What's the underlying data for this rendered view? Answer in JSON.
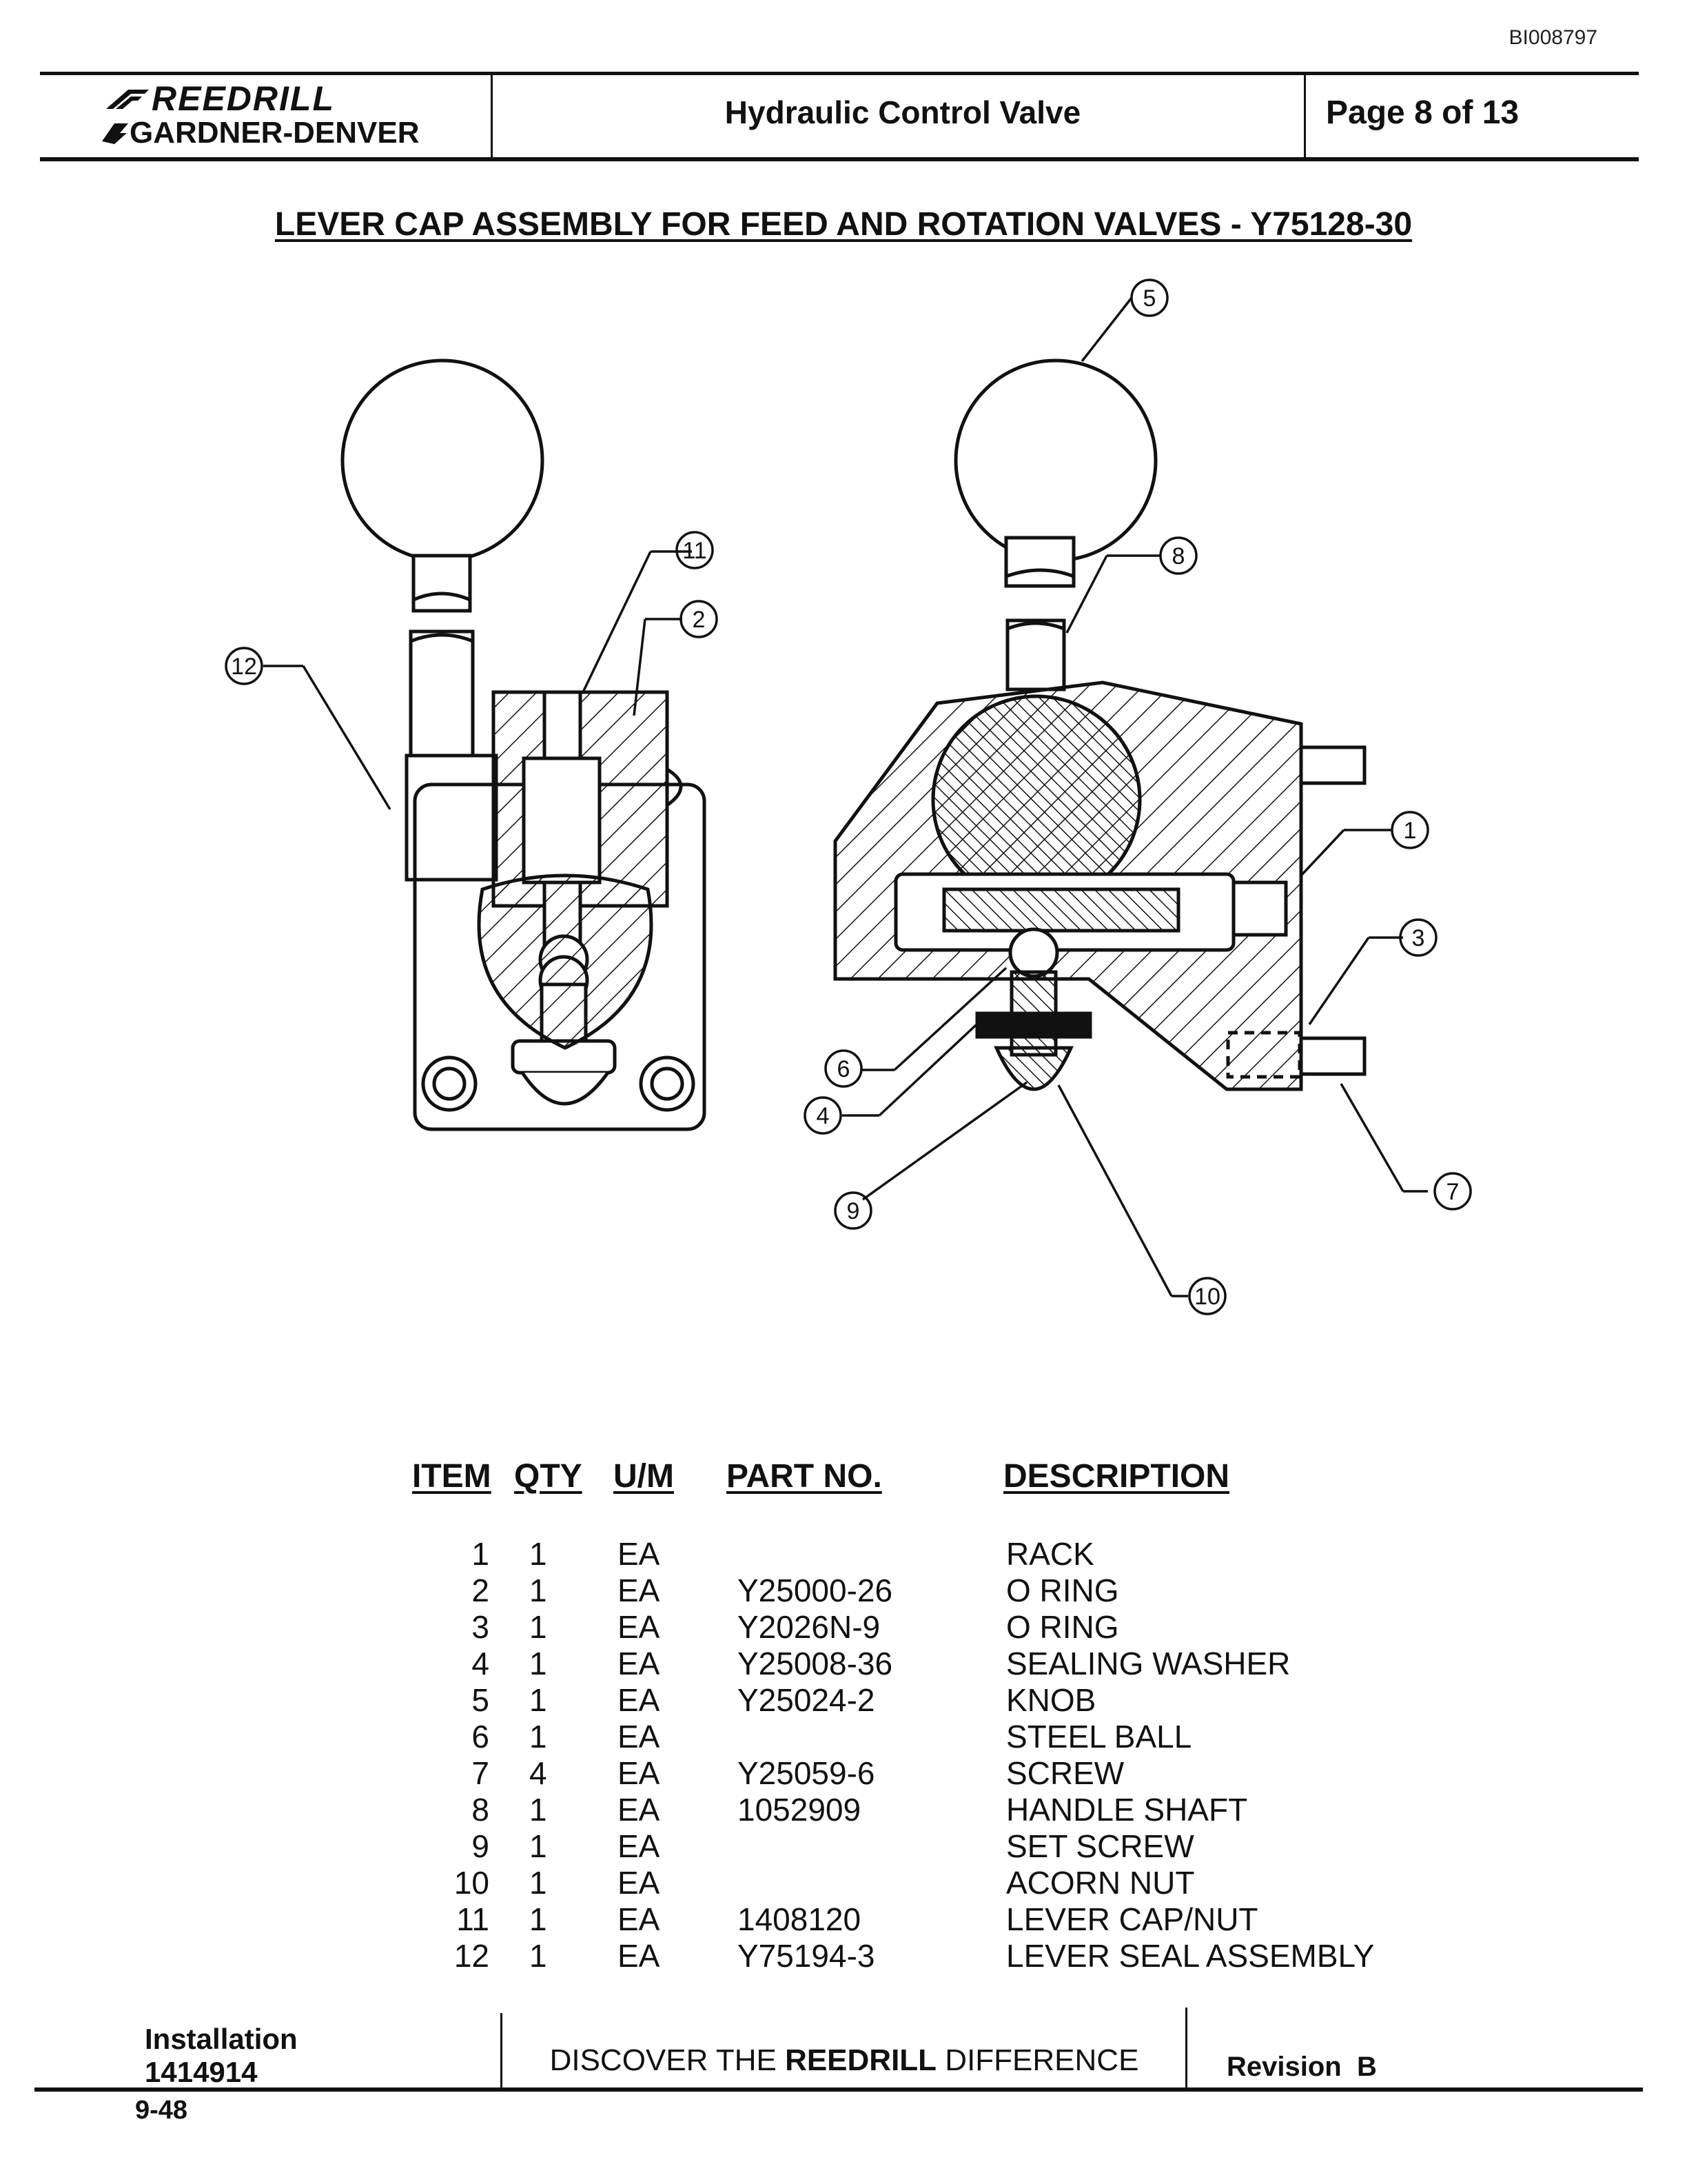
{
  "header": {
    "doc_id": "BI008797",
    "brand_top": "REEDRILL",
    "brand_bottom": "GARDNER-DENVER",
    "title": "Hydraulic Control Valve",
    "page": "Page 8 of 13"
  },
  "main_title": "LEVER CAP ASSEMBLY FOR FEED AND ROTATION VALVES - Y75128-30",
  "callouts": [
    "1",
    "2",
    "3",
    "4",
    "5",
    "6",
    "7",
    "8",
    "9",
    "10",
    "11",
    "12"
  ],
  "table": {
    "headers": {
      "item": "ITEM",
      "qty": "QTY",
      "um": "U/M",
      "part": "PART NO.",
      "desc": "DESCRIPTION"
    },
    "rows": [
      {
        "item": "1",
        "qty": "1",
        "um": "EA",
        "part": "",
        "desc": "RACK"
      },
      {
        "item": "2",
        "qty": "1",
        "um": "EA",
        "part": "Y25000-26",
        "desc": "O RING"
      },
      {
        "item": "3",
        "qty": "1",
        "um": "EA",
        "part": "Y2026N-9",
        "desc": "O RING"
      },
      {
        "item": "4",
        "qty": "1",
        "um": "EA",
        "part": "Y25008-36",
        "desc": "SEALING WASHER"
      },
      {
        "item": "5",
        "qty": "1",
        "um": "EA",
        "part": "Y25024-2",
        "desc": "KNOB"
      },
      {
        "item": "6",
        "qty": "1",
        "um": "EA",
        "part": "",
        "desc": "STEEL BALL"
      },
      {
        "item": "7",
        "qty": "4",
        "um": "EA",
        "part": "Y25059-6",
        "desc": "SCREW"
      },
      {
        "item": "8",
        "qty": "1",
        "um": "EA",
        "part": "1052909",
        "desc": "HANDLE SHAFT"
      },
      {
        "item": "9",
        "qty": "1",
        "um": "EA",
        "part": "",
        "desc": "SET SCREW"
      },
      {
        "item": "10",
        "qty": "1",
        "um": "EA",
        "part": "",
        "desc": "ACORN NUT"
      },
      {
        "item": "11",
        "qty": "1",
        "um": "EA",
        "part": "1408120",
        "desc": "LEVER CAP/NUT"
      },
      {
        "item": "12",
        "qty": "1",
        "um": "EA",
        "part": "Y75194-3",
        "desc": "LEVER SEAL ASSEMBLY"
      }
    ]
  },
  "footer": {
    "section": "Installation",
    "doc_number": "1414914",
    "slogan_pre": "DISCOVER THE ",
    "slogan_brand": "REEDRILL",
    "slogan_post": " DIFFERENCE",
    "revision": "Revision  B",
    "page_number": "9-48"
  }
}
